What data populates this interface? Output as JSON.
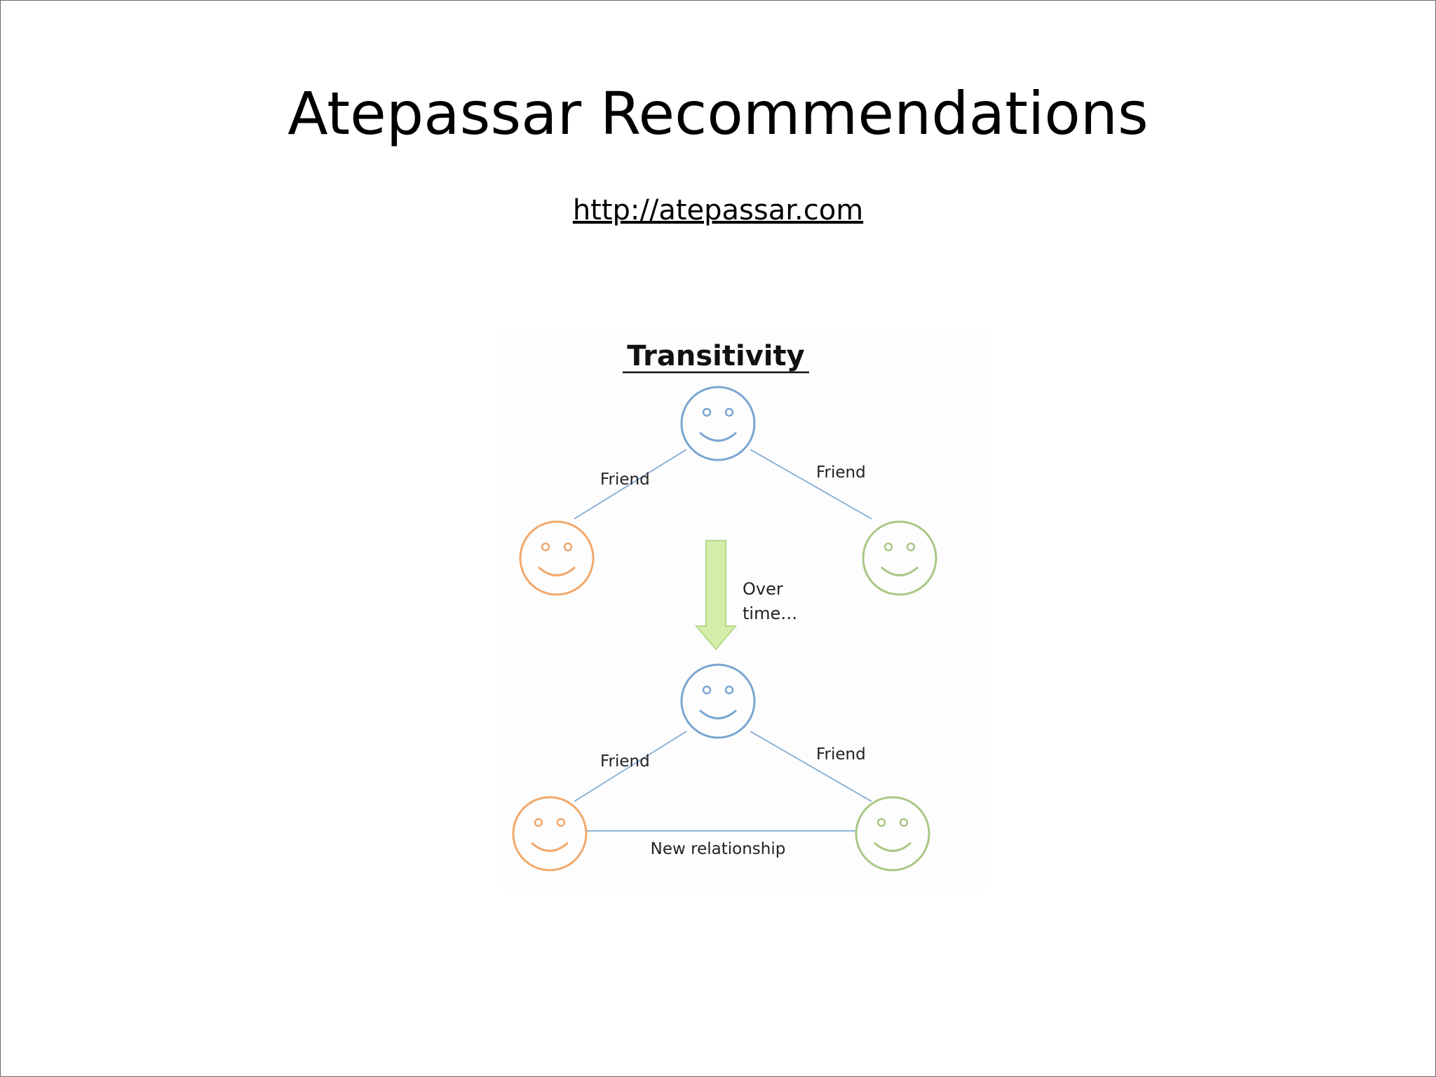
{
  "slide": {
    "title": "Atepassar Recommendations",
    "url": "http://atepassar.com"
  },
  "diagram": {
    "heading": "Transitivity",
    "top_graph": {
      "left_edge_label": "Friend",
      "right_edge_label": "Friend"
    },
    "transition": {
      "label_line1": "Over",
      "label_line2": "time…"
    },
    "bottom_graph": {
      "left_edge_label": "Friend",
      "right_edge_label": "Friend",
      "new_edge_label": "New relationship"
    },
    "colors": {
      "center_person": "#7aa6d2",
      "left_person": "#f2a86b",
      "right_person": "#a9c785",
      "edge": "#8fb4d8",
      "arrow_fill": "#d4eeaa",
      "arrow_stroke": "#b5d98a"
    }
  }
}
